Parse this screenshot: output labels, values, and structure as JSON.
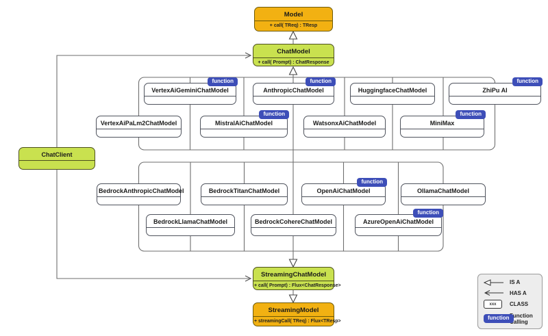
{
  "diagram": {
    "badge_label": "function",
    "colors": {
      "orange": "#F2B112",
      "green": "#C9E14F",
      "badge_blue": "#3D4EB8"
    },
    "nodes": {
      "model": {
        "title": "Model",
        "method": "+ call( TReq) : TResp"
      },
      "chat_model": {
        "title": "ChatModel",
        "method": "+ call( Prompt) : ChatResponse"
      },
      "streaming_chat_model": {
        "title": "StreamingChatModel",
        "method": "+ call( Prompt) : Flux<ChatResponse>"
      },
      "streaming_model": {
        "title": "StreamingModel",
        "method": "+ streamingCall( TReq) : Flux<TResp>"
      },
      "chat_client": {
        "title": "ChatClient"
      },
      "vertex_gemini": {
        "title": "VertexAiGeminiChatModel",
        "function_calling": true
      },
      "anthropic": {
        "title": "AnthropicChatModel",
        "function_calling": true
      },
      "huggingface": {
        "title": "HuggingfaceChatModel",
        "function_calling": false
      },
      "zhipu": {
        "title": "ZhiPu AI",
        "function_calling": true
      },
      "vertex_palm2": {
        "title": "VertexAiPaLm2ChatModel",
        "function_calling": false
      },
      "mistral": {
        "title": "MistralAiChatModel",
        "function_calling": true
      },
      "watsonx": {
        "title": "WatsonxAiChatModel",
        "function_calling": false
      },
      "minimax": {
        "title": "MiniMax",
        "function_calling": true
      },
      "bedrock_anthropic": {
        "title": "BedrockAnthropicChatModel",
        "function_calling": false
      },
      "bedrock_titan": {
        "title": "BedrockTitanChatModel",
        "function_calling": false
      },
      "openai": {
        "title": "OpenAiChatModel",
        "function_calling": true
      },
      "ollama": {
        "title": "OllamaChatModel",
        "function_calling": false
      },
      "bedrock_llama": {
        "title": "BedrockLlamaChatModel",
        "function_calling": false
      },
      "bedrock_cohere": {
        "title": "BedrockCohereChatModel",
        "function_calling": false
      },
      "azure_openai": {
        "title": "AzureOpenAiChatModel",
        "function_calling": true
      }
    },
    "legend": {
      "is_a": "IS A",
      "has_a": "HAS A",
      "class_label": "CLASS",
      "class_sample": "xxx",
      "function_label": "Function Calling"
    }
  }
}
